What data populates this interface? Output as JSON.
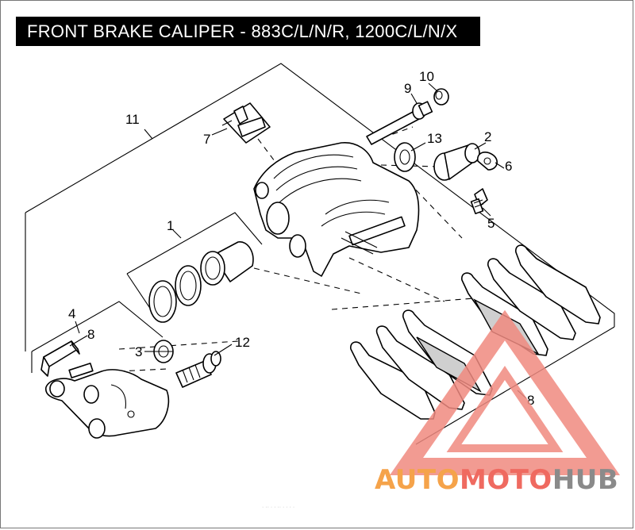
{
  "title": "FRONT BRAKE CALIPER - 883C/L/N/R, 1200C/L/N/X",
  "callouts": {
    "c1": "1",
    "c2": "2",
    "c3": "3",
    "c4": "4",
    "c5": "5",
    "c6": "6",
    "c7": "7",
    "c8a": "8",
    "c8b": "8",
    "c9": "9",
    "c10": "10",
    "c11": "11",
    "c12": "12",
    "c13": "13"
  },
  "watermark": {
    "part1": "AUTO",
    "part2": "MOTO",
    "part3": "HUB",
    "color_auto": "#f5a34a",
    "color_moto": "#ef6a60",
    "color_hub": "#8a8a8a",
    "triangle_color": "#f08a80"
  },
  "footer_text": "· ·· · · ·· · · · ·"
}
